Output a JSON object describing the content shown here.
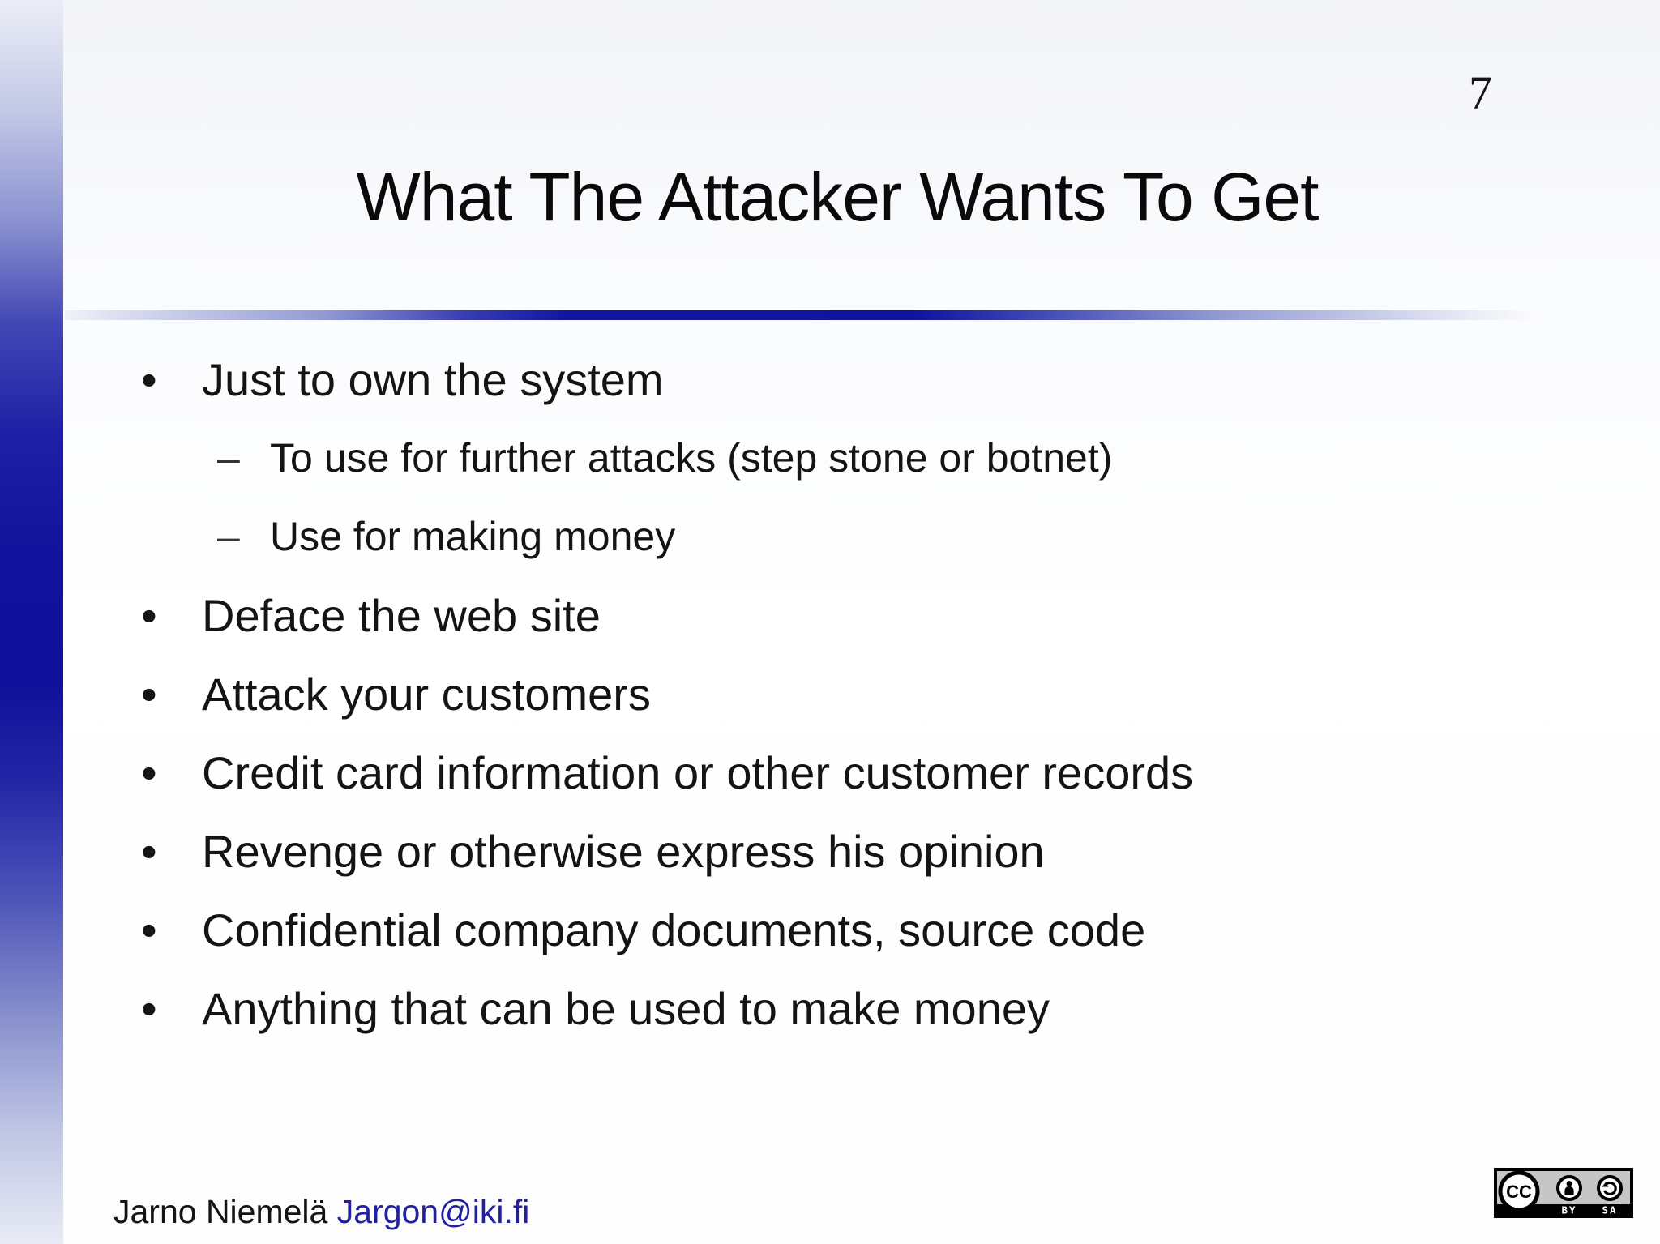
{
  "page": {
    "number": "7"
  },
  "title": "What The Attacker Wants To Get",
  "markers": {
    "level1": "•",
    "level2": "–"
  },
  "bullets": [
    {
      "level": 1,
      "text": "Just to own the system"
    },
    {
      "level": 2,
      "text": "To use for further attacks (step stone or botnet)"
    },
    {
      "level": 2,
      "text": "Use for making money"
    },
    {
      "level": 1,
      "text": "Deface the web site"
    },
    {
      "level": 1,
      "text": "Attack your customers"
    },
    {
      "level": 1,
      "text": "Credit card information or other customer records"
    },
    {
      "level": 1,
      "text": "Revenge or otherwise express his opinion"
    },
    {
      "level": 1,
      "text": "Confidential company documents, source code"
    },
    {
      "level": 1,
      "text": "Anything that can be used to make money"
    }
  ],
  "footer": {
    "author": "Jarno Niemelä",
    "email": "Jargon@iki.fi"
  },
  "license": {
    "cc": "CC",
    "by": "BY",
    "sa": "SA"
  },
  "colors": {
    "sidebar_deep_blue": "#10109a",
    "divider_navy": "#12149d",
    "email_blue": "#2121a0",
    "badge_silver": "#c6c6c6",
    "text_black": "#141414"
  }
}
